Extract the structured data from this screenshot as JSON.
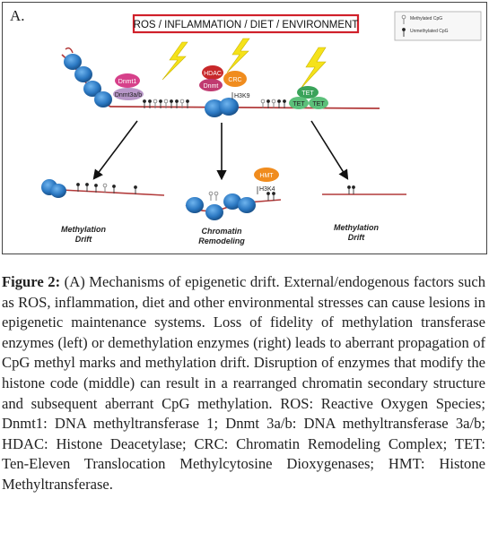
{
  "panel_label": "A.",
  "header_box": "ROS / INFLAMMATION / DIET / ENVIRONMENT",
  "legend": {
    "methylated": "Methylated CpG",
    "unmethylated": "Unmethylated CpG"
  },
  "enzymes": {
    "dnmt1": "Dnmt1",
    "dnmt3ab": "Dnmt3a/b",
    "hdac": "HDAC",
    "crc": "CRC",
    "dnmt_middle": "Dnmt",
    "h3k9": "H3K9",
    "tet_top": "TET",
    "tet_left": "TET",
    "tet_right": "TET",
    "hmt": "HMT",
    "h3k4": "H3K4"
  },
  "outcomes": {
    "left_line1": "Methylation",
    "left_line2": "Drift",
    "mid_line1": "Chromatin",
    "mid_line2": "Remodeling",
    "right_line1": "Methylation",
    "right_line2": "Drift"
  },
  "caption": {
    "label": "Figure 2:",
    "text": " (A) Mechanisms of epigenetic drift. External/endogenous factors such as ROS, inflammation, diet and other environmental stresses can cause lesions in epigenetic maintenance systems. Loss of fidelity of methylation transferase enzymes (left) or demethylation enzymes (right) leads to aberrant propagation of CpG methyl marks and methylation drift. Disruption of enzymes that modify the histone code (middle) can result in a rearranged chromatin secondary structure and subsequent aberrant CpG methylation. ROS: Reactive Oxygen Species; Dnmt1: DNA methyltransferase 1; Dnmt 3a/b: DNA methyltransferase 3a/b; HDAC: Histone Deacetylase; CRC: Chromatin Remodeling Complex; TET: Ten-Eleven Translocation Methylcytosine Dioxygenases; HMT: Histone Methyltransferase."
  },
  "colors": {
    "header_border": "#d0202a",
    "nucleosome": "#2b78c2",
    "dna": "#b23a3a",
    "lightning": "#f5e21a",
    "dnmt_pink": "#d6408a",
    "hdac_red": "#c8282a",
    "crc_orange": "#f08c1e",
    "tet_green": "#3aa35a",
    "hmt_orange": "#f08c1e"
  }
}
